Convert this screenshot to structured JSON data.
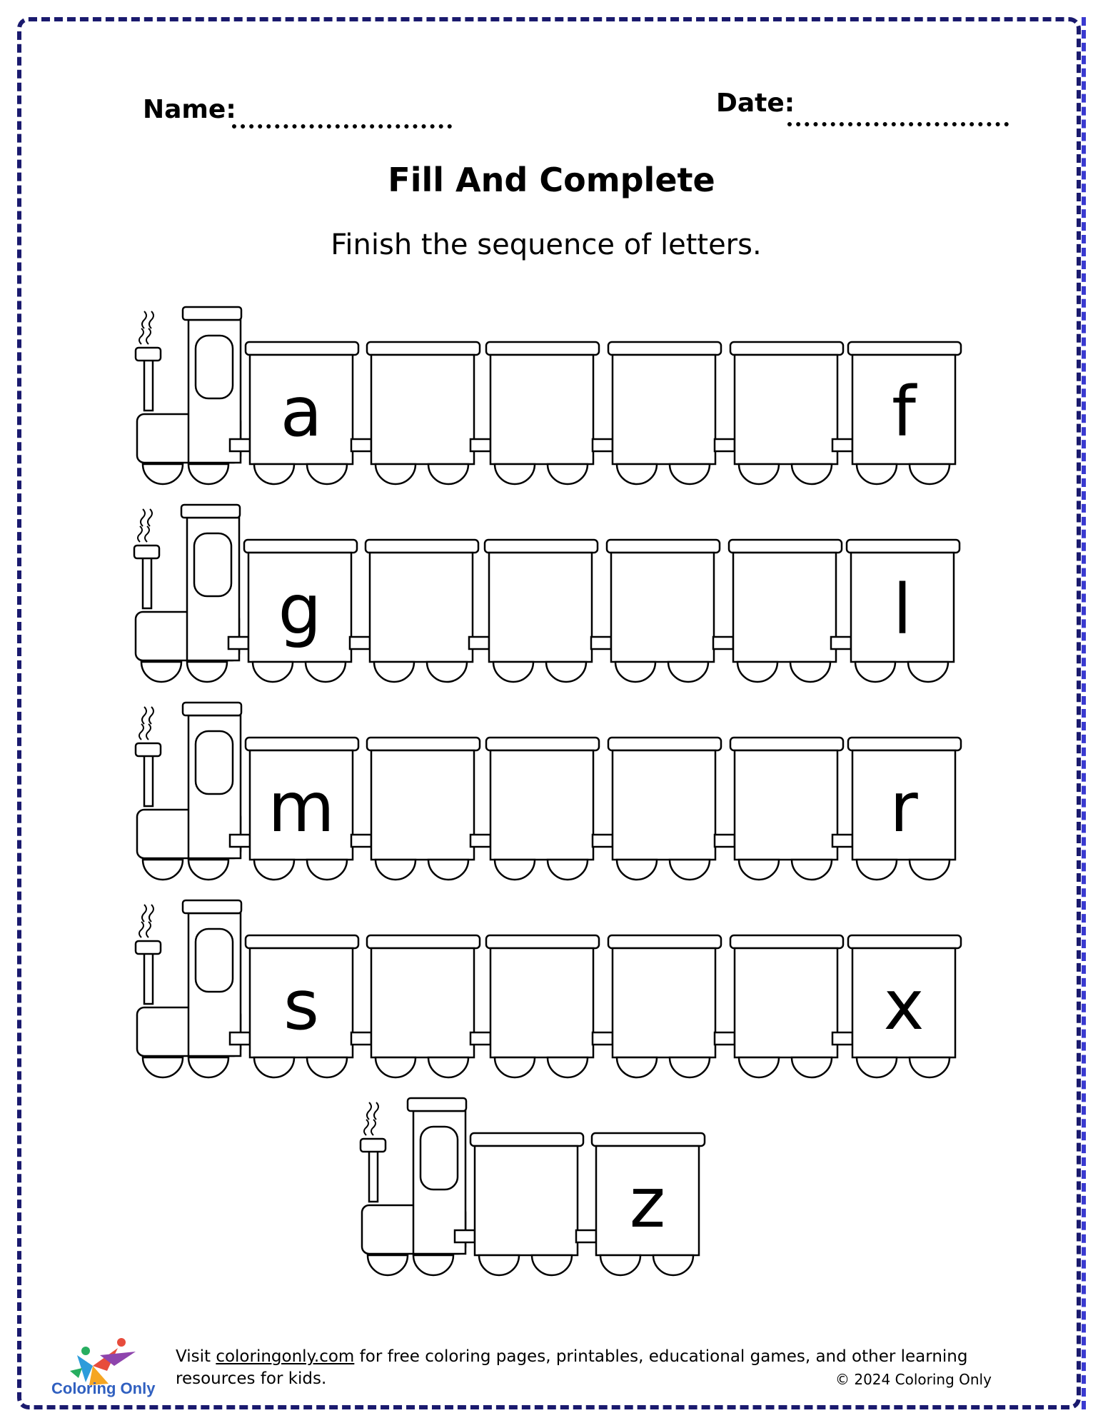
{
  "header": {
    "name_label": "Name:",
    "date_label": "Date:"
  },
  "title": "Fill And Complete",
  "instruction": "Finish the sequence of letters.",
  "trains": [
    {
      "letters": [
        "a",
        "",
        "",
        "",
        "",
        "f"
      ]
    },
    {
      "letters": [
        "g",
        "",
        "",
        "",
        "",
        "l"
      ]
    },
    {
      "letters": [
        "m",
        "",
        "",
        "",
        "",
        "r"
      ]
    },
    {
      "letters": [
        "s",
        "",
        "",
        "",
        "",
        "x"
      ]
    },
    {
      "letters": [
        "",
        "z"
      ]
    }
  ],
  "footer": {
    "logo_text": "Coloring Only",
    "visit_prefix": "Visit ",
    "link_text": "coloringonly.com",
    "visit_suffix": " for free coloring pages, printables, educational games, and other learning resources for kids.",
    "copyright": "© 2024 Coloring Only"
  }
}
